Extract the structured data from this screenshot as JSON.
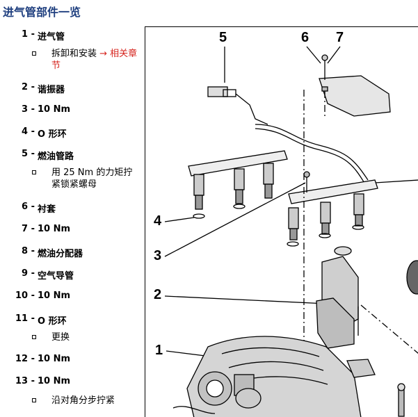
{
  "page": {
    "title": "进气管部件一览"
  },
  "items": [
    {
      "num": "1 -",
      "label": "进气管"
    },
    {
      "num": "2 -",
      "label": "谐振器"
    },
    {
      "num": "3 -",
      "label": "10 Nm"
    },
    {
      "num": "4 -",
      "label": "O 形环"
    },
    {
      "num": "5 -",
      "label": "燃油管路"
    },
    {
      "num": "6 -",
      "label": "衬套"
    },
    {
      "num": "7 -",
      "label": "10 Nm"
    },
    {
      "num": "8 -",
      "label": "燃油分配器"
    },
    {
      "num": "9 -",
      "label": "空气导管"
    },
    {
      "num": "10 -",
      "label": "10 Nm"
    },
    {
      "num": "11 -",
      "label": "O 形环"
    },
    {
      "num": "12 -",
      "label": "10 Nm"
    },
    {
      "num": "13 -",
      "label": "10 Nm"
    }
  ],
  "notes": {
    "item1_text": "拆卸和安装",
    "item1_link": "→ 相关章节",
    "item5": "用 25 Nm 的力矩拧紧锁紧螺母",
    "item11": "更换",
    "item13": "沿对角分步拧紧"
  },
  "diagram": {
    "callouts": [
      "5",
      "6",
      "7",
      "4",
      "3",
      "2",
      "1"
    ]
  },
  "colors": {
    "title": "#1f3f7f",
    "link": "#d6241e"
  }
}
